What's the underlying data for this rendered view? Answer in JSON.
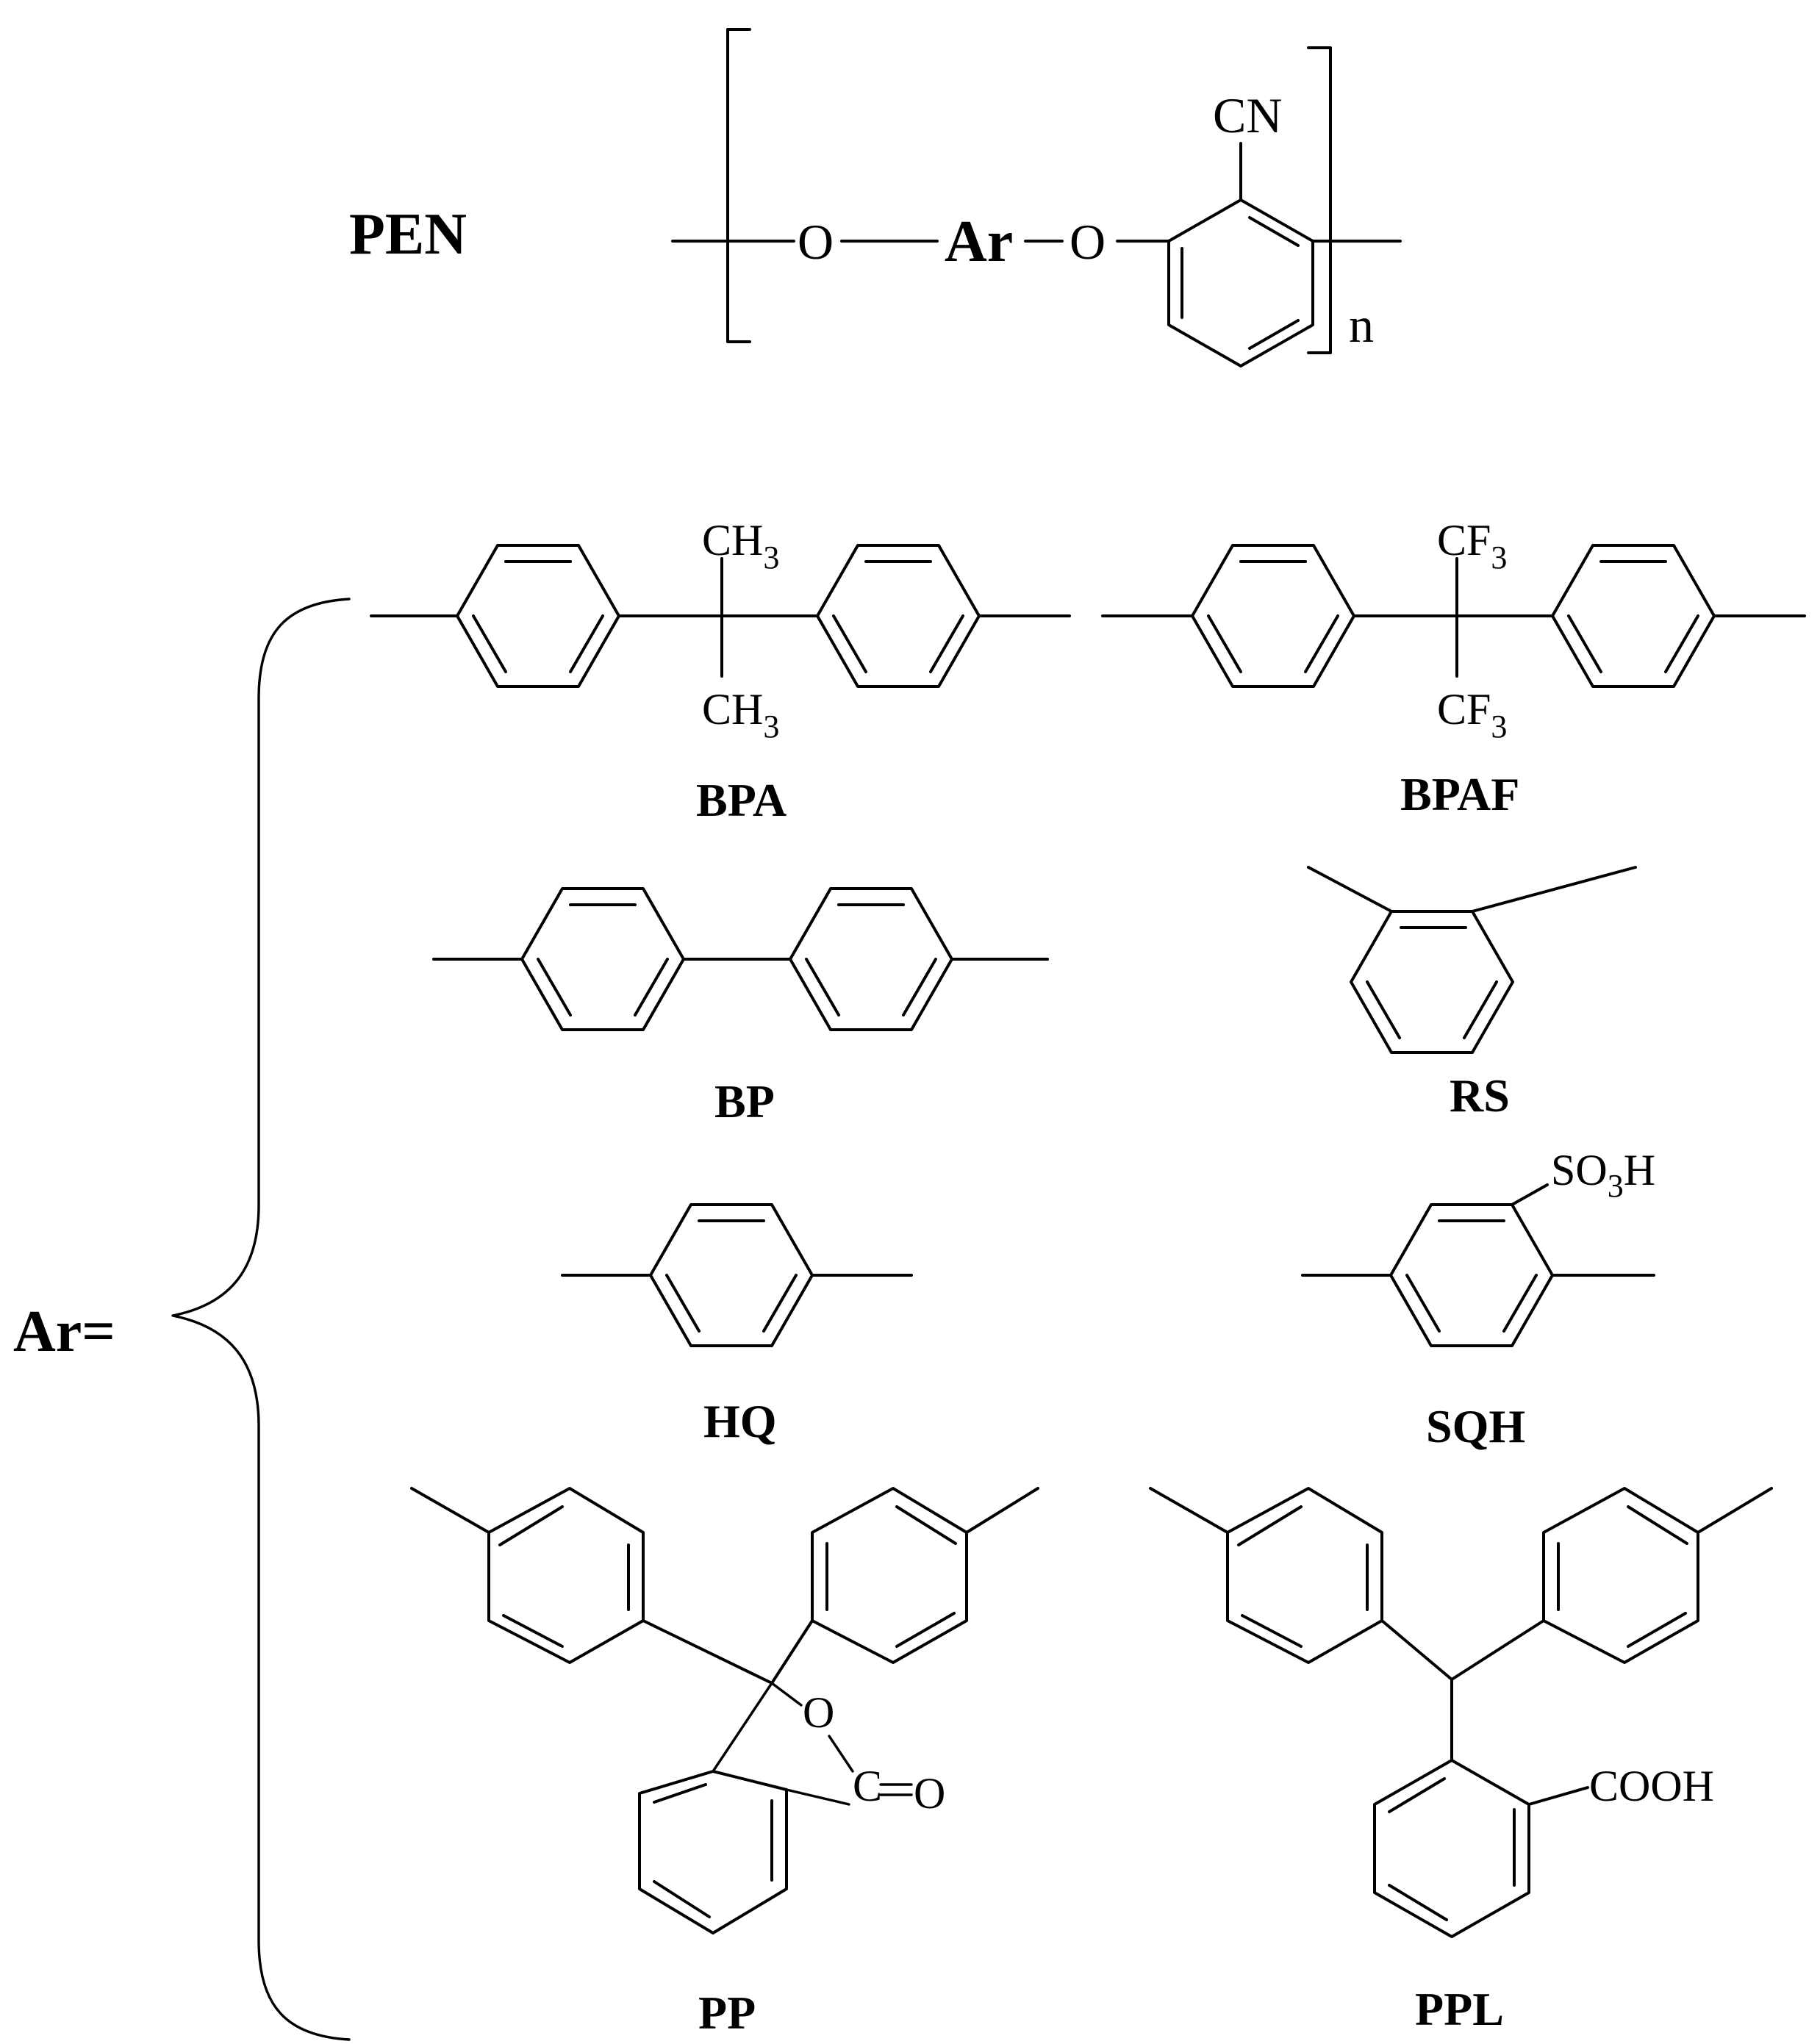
{
  "header": {
    "polymer_label": "PEN",
    "repeat_subscript": "n",
    "atom_O": "O",
    "atom_Ar": "Ar",
    "group_cn": "CN"
  },
  "ar_label": "Ar=",
  "monomers": [
    {
      "name": "BPA",
      "sub_top": "CH",
      "sub_top_idx": "3",
      "sub_bot": "CH",
      "sub_bot_idx": "3"
    },
    {
      "name": "BPAF",
      "sub_top": "CF",
      "sub_top_idx": "3",
      "sub_bot": "CF",
      "sub_bot_idx": "3"
    },
    {
      "name": "BP"
    },
    {
      "name": "RS"
    },
    {
      "name": "HQ"
    },
    {
      "name": "SQH",
      "group": "SO",
      "group_idx": "3",
      "group_tail": "H"
    },
    {
      "name": "PP",
      "ring_O": "O",
      "carbonyl_C": "C",
      "carbonyl_O": "O"
    },
    {
      "name": "PPL",
      "group": "COOH"
    }
  ]
}
